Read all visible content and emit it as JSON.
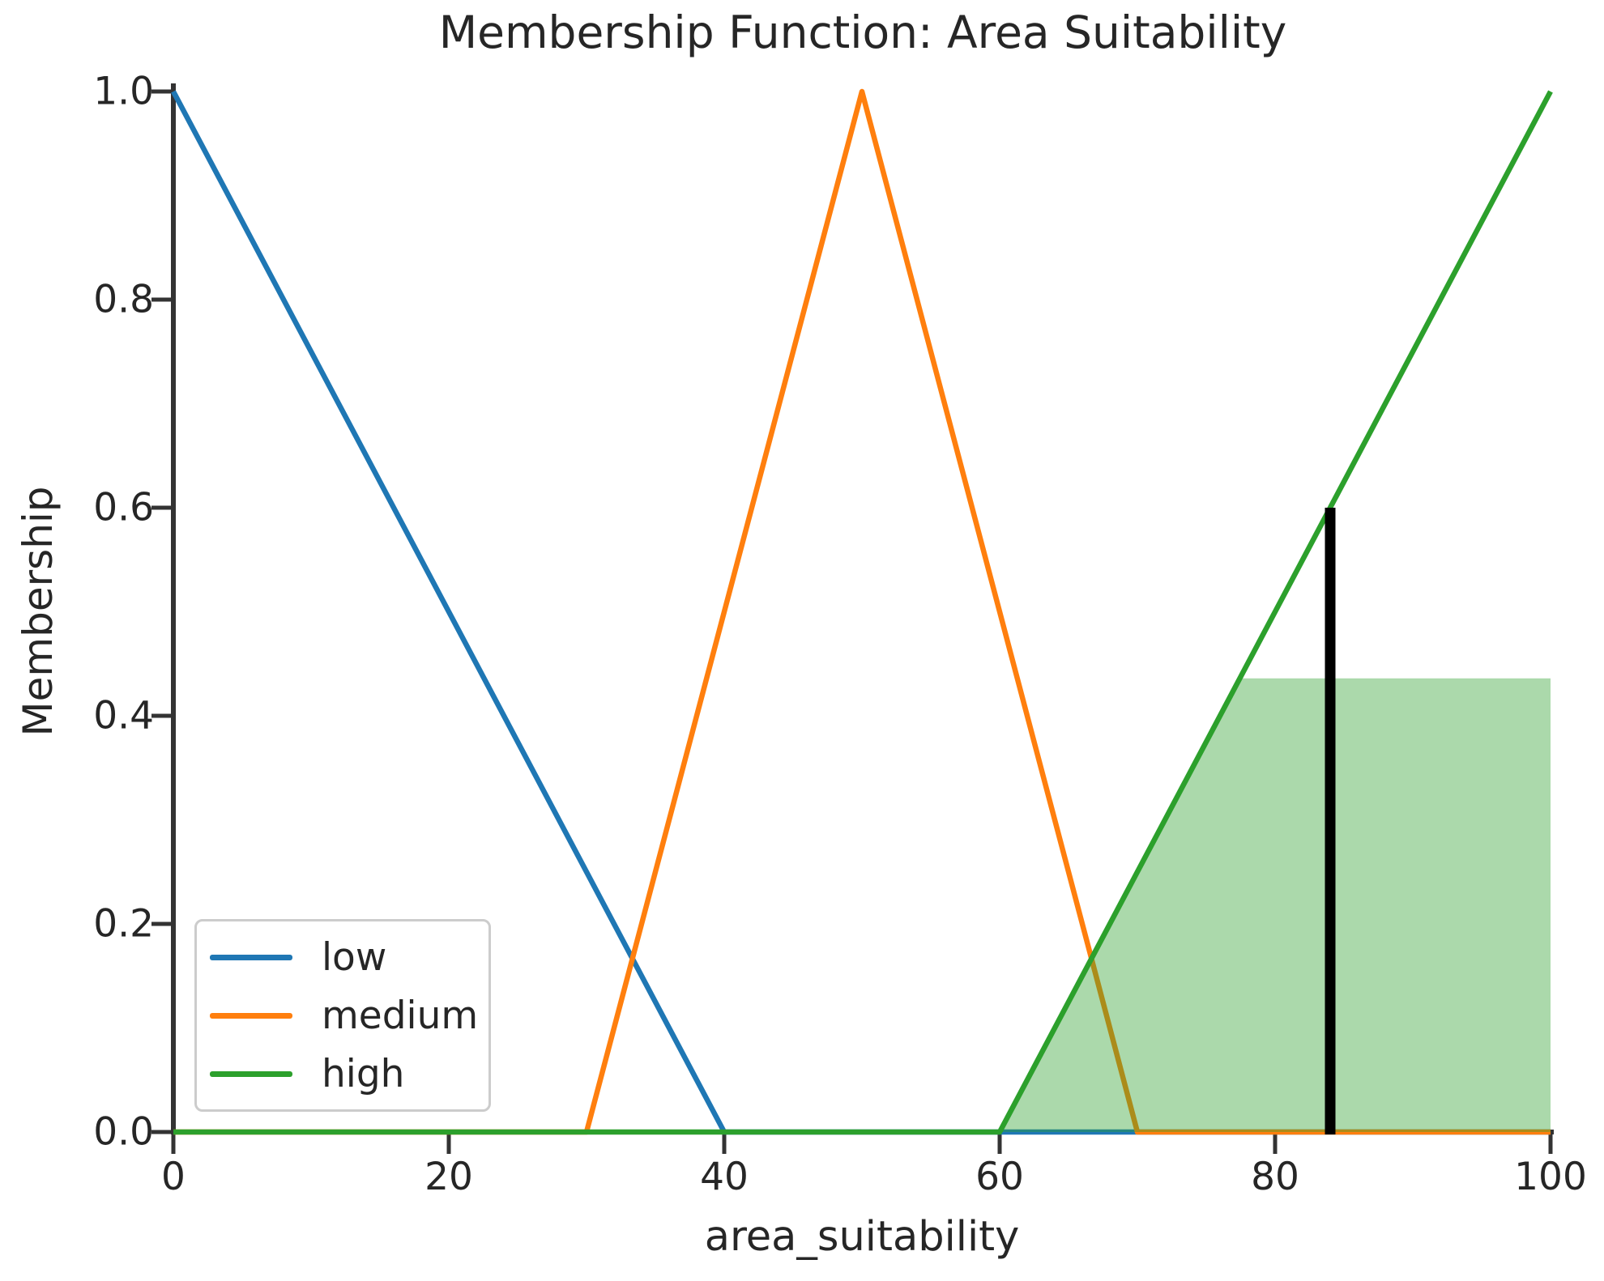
{
  "chart_data": {
    "type": "line",
    "title": "Membership Function: Area Suitability",
    "xlabel": "area_suitability",
    "ylabel": "Membership",
    "xlim": [
      0,
      100
    ],
    "ylim": [
      0,
      1.0
    ],
    "grid": false,
    "xticks": [
      0,
      20,
      40,
      60,
      80,
      100
    ],
    "xtick_labels": [
      "0",
      "20",
      "40",
      "60",
      "80",
      "100"
    ],
    "yticks": [
      0.0,
      0.2,
      0.4,
      0.6,
      0.8,
      1.0
    ],
    "ytick_labels": [
      "0.0",
      "0.2",
      "0.4",
      "0.6",
      "0.8",
      "1.0"
    ],
    "axis_color": "#333333",
    "text_color": "#262626",
    "series": [
      {
        "name": "low",
        "color": "#1f77b4",
        "points": [
          [
            0,
            1
          ],
          [
            40,
            0
          ],
          [
            100,
            0
          ]
        ]
      },
      {
        "name": "medium",
        "color": "#ff7f0e",
        "points": [
          [
            0,
            0
          ],
          [
            30,
            0
          ],
          [
            50,
            1
          ],
          [
            70,
            0
          ],
          [
            100,
            0
          ]
        ]
      },
      {
        "name": "high",
        "color": "#2ca02c",
        "points": [
          [
            0,
            0
          ],
          [
            60,
            0
          ],
          [
            100,
            1
          ]
        ]
      }
    ],
    "activated_region": {
      "series": "high",
      "activation_level": 0.436,
      "color": "#2ca02c",
      "opacity": 0.4,
      "points": [
        [
          60,
          0
        ],
        [
          77.45,
          0.436
        ],
        [
          100,
          0.436
        ],
        [
          100,
          0
        ]
      ]
    },
    "defuzzified_line": {
      "x": 84,
      "y_bottom": 0,
      "y_top": 0.6,
      "color": "#000000"
    },
    "legend": {
      "position": "lower left",
      "entries": [
        {
          "label": "low"
        },
        {
          "label": "medium"
        },
        {
          "label": "high"
        }
      ]
    }
  }
}
